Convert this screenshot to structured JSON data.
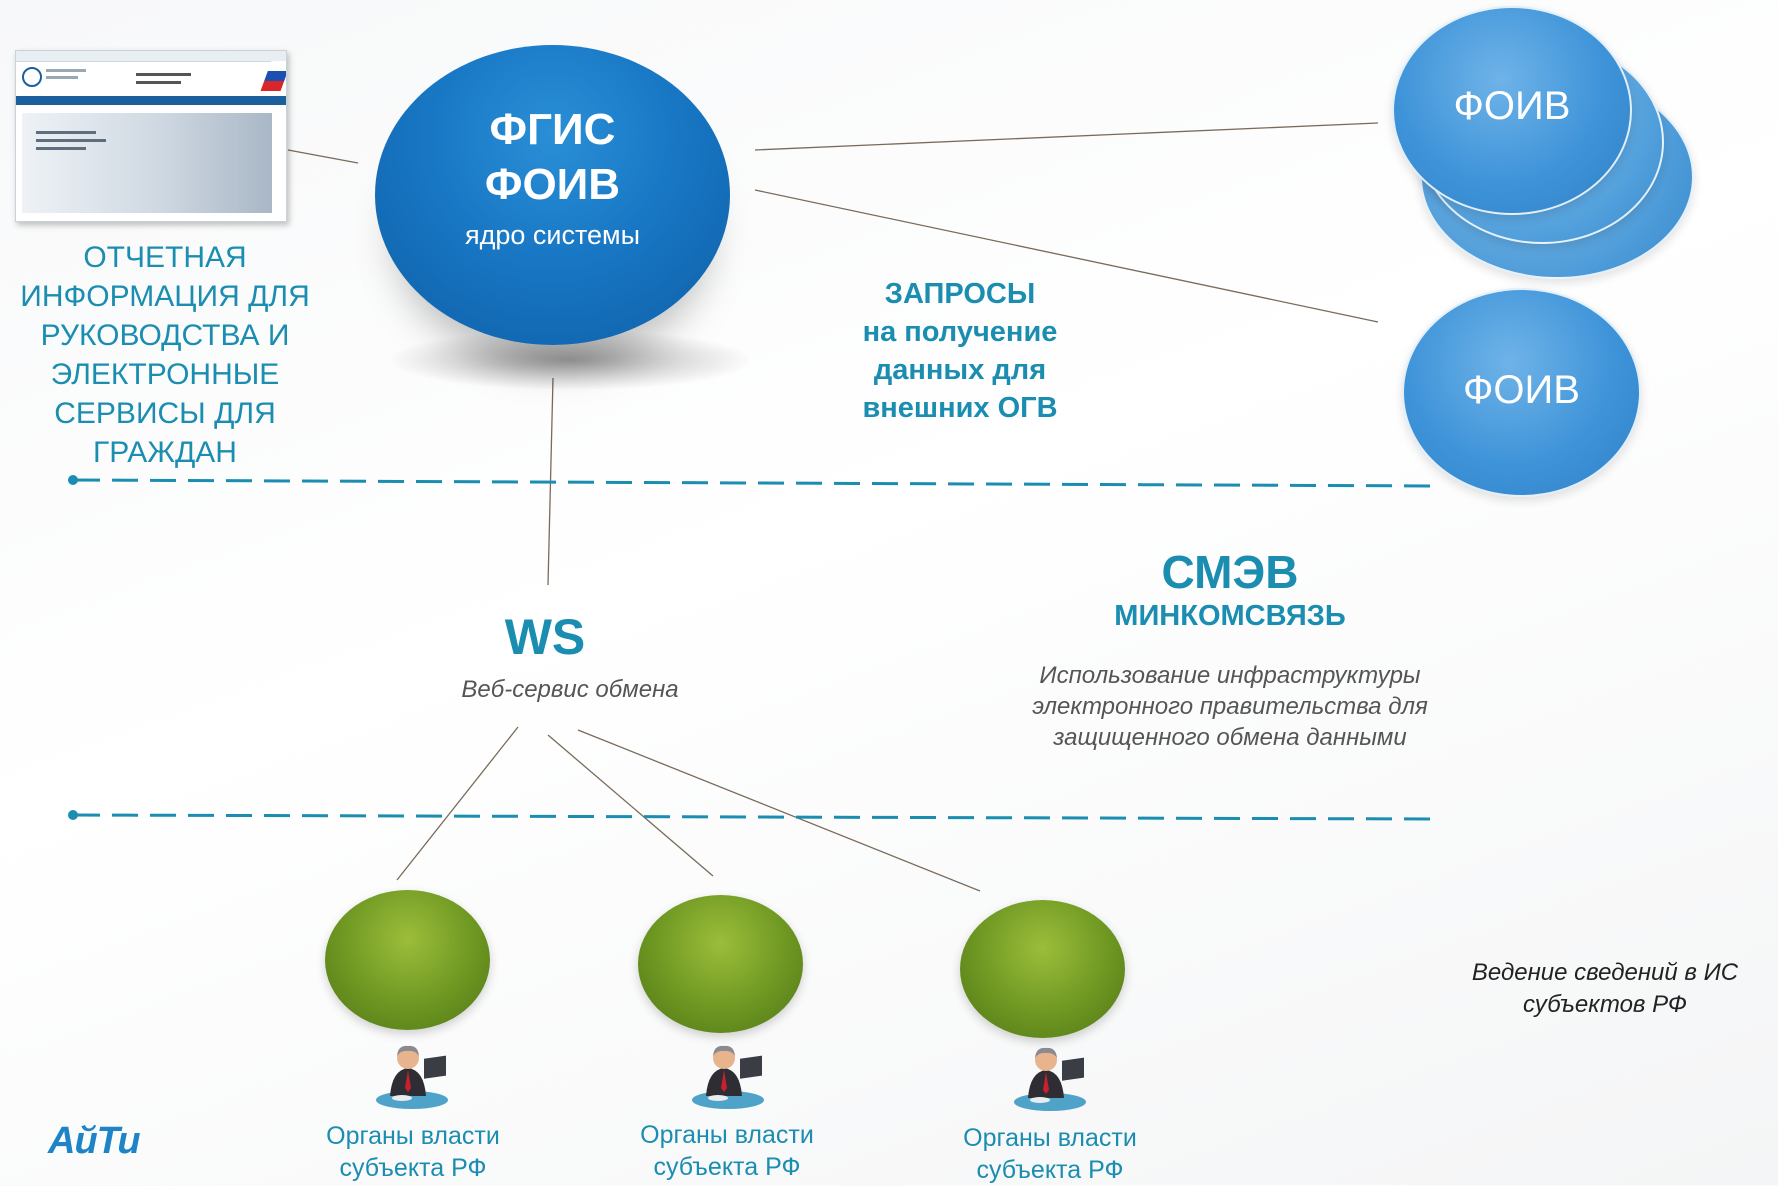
{
  "core": {
    "title_line1": "ФГИС",
    "title_line2": "ФОИВ",
    "subtitle": "ядро системы"
  },
  "left_info": {
    "lines": [
      "ОТЧЕТНАЯ",
      "ИНФОРМАЦИЯ ДЛЯ",
      "РУКОВОДСТВА И",
      "ЭЛЕКТРОННЫЕ",
      "СЕРВИСЫ ДЛЯ",
      "ГРАЖДАН"
    ]
  },
  "requests": {
    "lines": [
      "ЗАПРОСЫ",
      "на получение",
      "данных для",
      "внешних ОГВ"
    ]
  },
  "foiv": {
    "top_label": "ФОИВ",
    "bottom_label": "ФОИВ"
  },
  "ws": {
    "title": "WS",
    "subtitle": "Веб-сервис обмена"
  },
  "smev": {
    "title": "СМЭВ",
    "subtitle": "МИНКОМСВЯЗЬ",
    "description_lines": [
      "Использование инфраструктуры",
      "электронного правительства для",
      "защищенного обмена данными"
    ]
  },
  "right_note": {
    "lines": [
      "Ведение  сведений в ИС",
      "субъектов РФ"
    ]
  },
  "orgs": [
    {
      "line1": "Органы власти",
      "line2": "субъекта РФ"
    },
    {
      "line1": "Органы власти",
      "line2": "субъекта РФ"
    },
    {
      "line1": "Органы власти",
      "line2": "субъекта РФ"
    }
  ],
  "logo": {
    "text": "АйТи"
  },
  "colors": {
    "accent": "#1a8db0",
    "core_blue": "#1877c4",
    "green": "#6d9722",
    "divider": "#1a8db0"
  }
}
